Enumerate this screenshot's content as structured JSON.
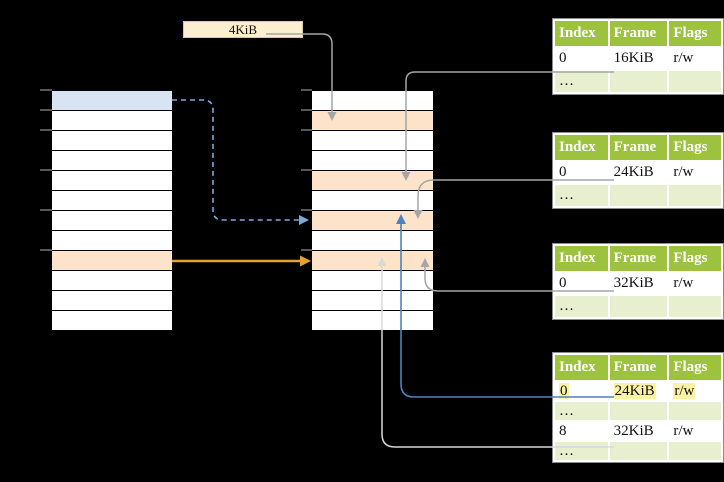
{
  "page_size_box": {
    "label": "4KiB"
  },
  "pt_headers": [
    "Index",
    "Frame",
    "Flags"
  ],
  "frame_tables": [
    {
      "rows": [
        {
          "index": "0",
          "frame": "16KiB",
          "flags": "r/w"
        },
        {
          "index": "…",
          "frame": "",
          "flags": ""
        }
      ]
    },
    {
      "rows": [
        {
          "index": "0",
          "frame": "24KiB",
          "flags": "r/w"
        },
        {
          "index": "…",
          "frame": "",
          "flags": ""
        }
      ]
    },
    {
      "rows": [
        {
          "index": "0",
          "frame": "32KiB",
          "flags": "r/w"
        },
        {
          "index": "…",
          "frame": "",
          "flags": ""
        }
      ]
    },
    {
      "rows": [
        {
          "index": "0",
          "frame": "24KiB",
          "flags": "r/w",
          "highlighted": true
        },
        {
          "index": "…",
          "frame": "",
          "flags": ""
        },
        {
          "index": "8",
          "frame": "32KiB",
          "flags": "r/w"
        },
        {
          "index": "…",
          "frame": "",
          "flags": ""
        }
      ]
    }
  ],
  "colors": {
    "header_green": "#9DC23D",
    "ellipsis_row_green": "#E7EFCE",
    "highlight_yellow": "#FBF3A3",
    "highlight_peach": "#FCE3C9",
    "highlight_blue": "#D8E4F4",
    "size_box_cream": "#FCEFD0",
    "arrow_gray": "#A6A6A6",
    "arrow_light_gray": "#D9D9D9",
    "arrow_blue": "#4F81BD",
    "arrow_dashed_blue": "#7FA8DC",
    "arrow_orange": "#E2A233"
  }
}
